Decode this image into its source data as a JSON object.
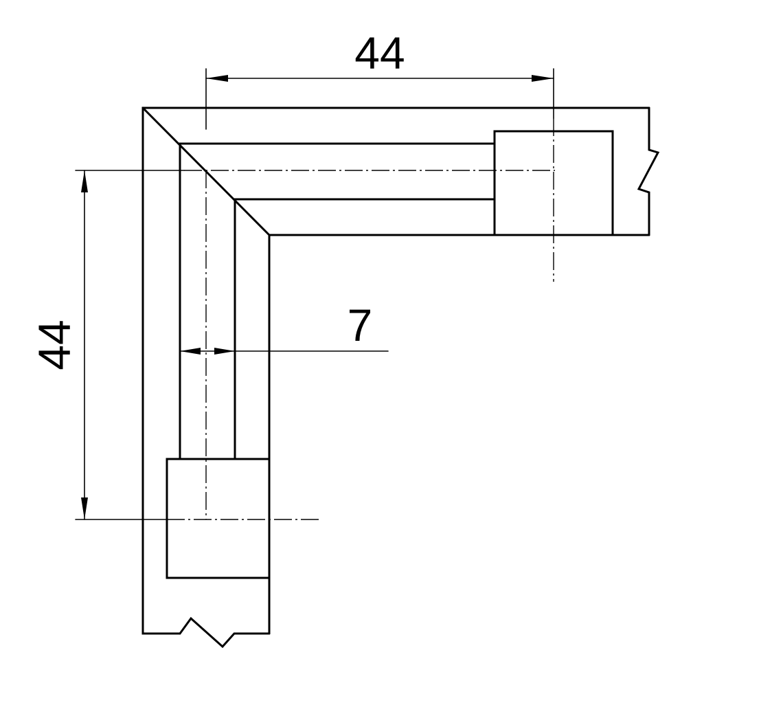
{
  "dimensions": {
    "top_width": "44",
    "left_height": "44",
    "wall_gap": "7"
  }
}
